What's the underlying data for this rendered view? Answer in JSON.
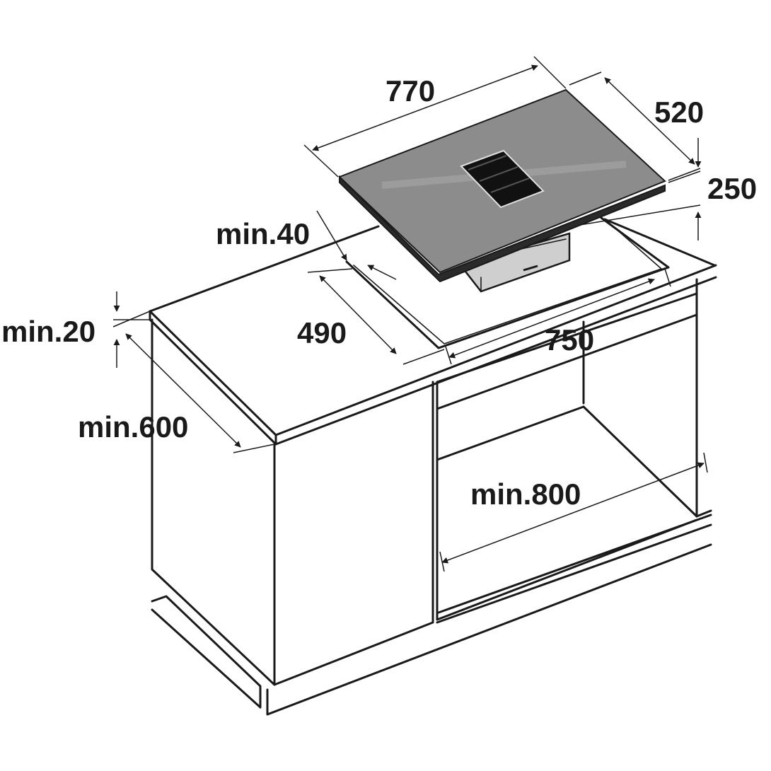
{
  "diagram": {
    "dimensions": {
      "hob_width": "770",
      "hob_depth": "520",
      "hob_height": "250",
      "clearance_rear": "min.40",
      "cutout_depth": "490",
      "cutout_width": "750",
      "worktop_thickness": "min.20",
      "worktop_depth": "min.600",
      "cabinet_width": "min.800"
    },
    "colors": {
      "line": "#1a1a1a",
      "hob_glass": "#8c8c8c",
      "hob_frame": "#2a2a2a",
      "vent": "#111111",
      "motor_box": "#cfcfcf"
    }
  }
}
